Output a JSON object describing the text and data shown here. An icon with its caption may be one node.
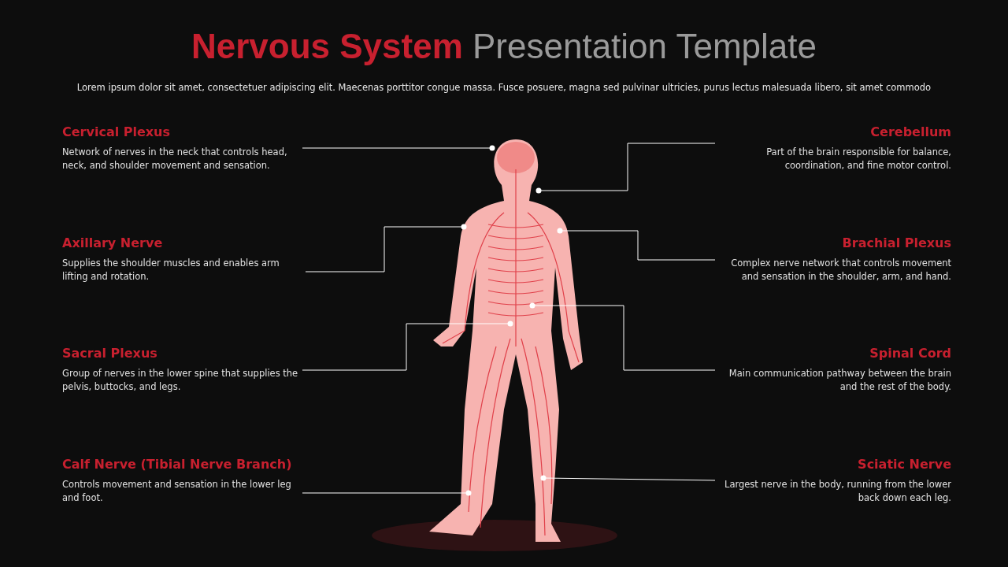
{
  "diagram": {
    "title": "**Nervous System** Presentation Template",
    "nodes": [
      {
        "text": [
          "Cervical Plexus",
          "Network of nerves in the neck that controls head, neck, and shoulder movement and sensation."
        ]
      },
      {
        "text": [
          "Cerebellum",
          "Part of the brain responsible for balance, coordination, and fine motor control."
        ]
      },
      {
        "text": [
          "Axillary Nerve",
          "Supplies the shoulder muscles and enables arm lifting and rotation."
        ]
      },
      {
        "text": [
          "Brachial Plexus",
          "Complex nerve network that controls movement and sensation in the shoulder, arm, and hand."
        ]
      },
      {
        "text": [
          "Sacral Plexus",
          "Group of nerves in the lower spine that supplies the pelvis, buttocks, and legs."
        ]
      },
      {
        "text": [
          "Spinal Cord",
          "Main communication pathway between the brain and the rest of the body."
        ]
      },
      {
        "text": [
          "Calf Nerve (Tibial Nerve Branch)",
          "Controls movement and sensation in the lower leg and foot."
        ]
      },
      {
        "text": [
          "Sciatic Nerve",
          "Largest nerve in the body, running from the lower back down each leg."
        ]
      }
    ],
    "edges": [
      {
        "from": 0,
        "to": null,
        "arrow": "other"
      },
      {
        "from": 1,
        "to": null,
        "arrow": "other"
      },
      {
        "from": 2,
        "to": null,
        "arrow": "other"
      },
      {
        "from": 3,
        "to": null,
        "arrow": "other"
      },
      {
        "from": 4,
        "to": null,
        "arrow": "other"
      },
      {
        "from": 5,
        "to": null,
        "arrow": "other"
      },
      {
        "from": 6,
        "to": null,
        "arrow": "other"
      },
      {
        "from": 7,
        "to": null,
        "arrow": "other"
      }
    ],
    "labels": [
      "Lorem ipsum dolor sit amet, consectetuer adipiscing elit. Maecenas porttitor congue massa. Fusce posuere, magna sed pulvinar ultricies, purus lectus malesuada libero, sit amet commodo"
    ]
  }
}
